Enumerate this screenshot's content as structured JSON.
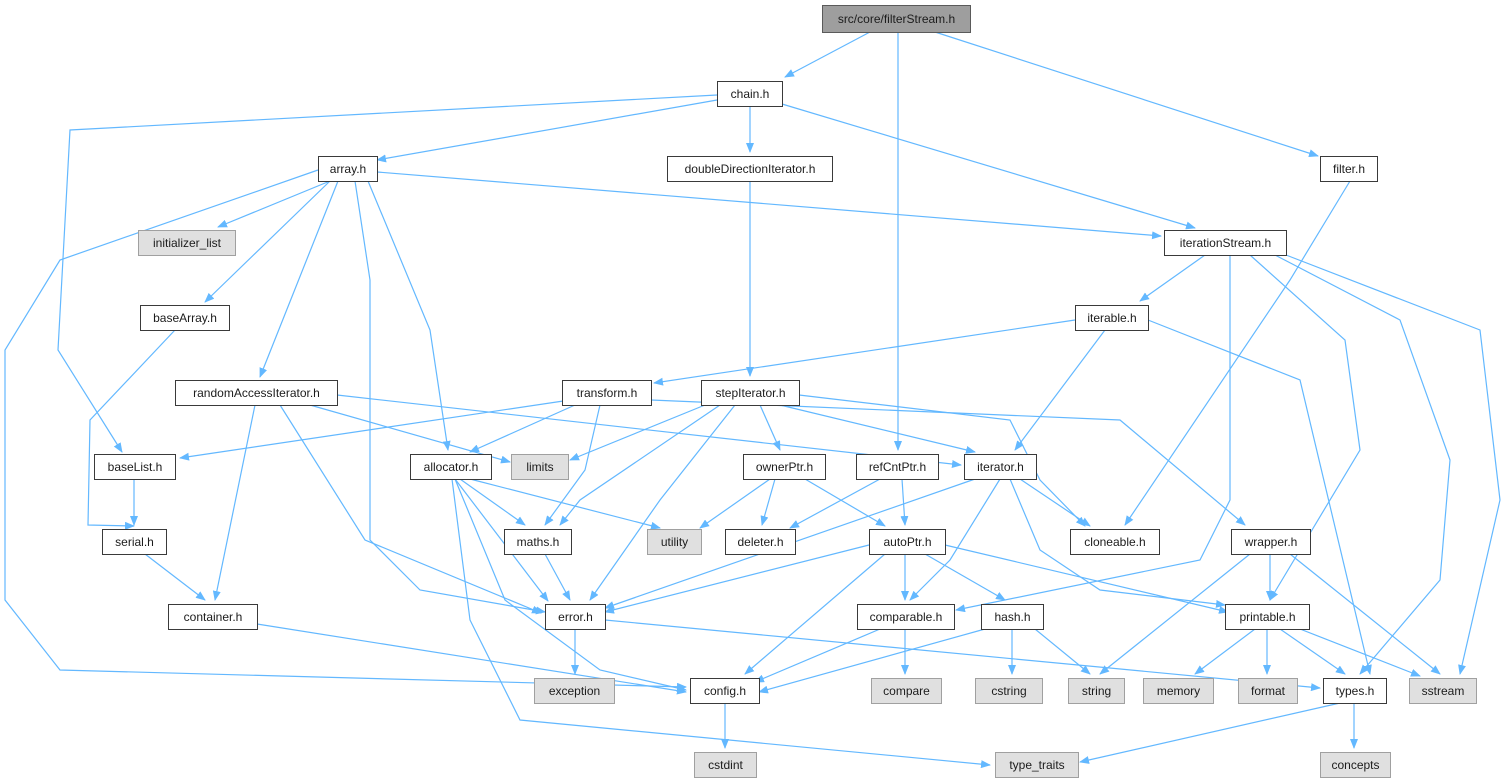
{
  "colors": {
    "node_fill": "#ffffff",
    "node_stroke": "#3a3a3a",
    "node_text": "#1c1c1c",
    "root_fill": "#9e9e9e",
    "root_stroke": "#5a5a5a",
    "system_fill": "#e0e0e0",
    "system_stroke": "#a0a0a0",
    "edge": "#63b8ff",
    "background": "#ffffff"
  },
  "nodes": {
    "root": "src/core/filterStream.h",
    "chain": "chain.h",
    "array": "array.h",
    "double_direction_iterator": "doubleDirectionIterator.h",
    "filter": "filter.h",
    "initializer_list": "initializer_list",
    "iteration_stream": "iterationStream.h",
    "base_array": "baseArray.h",
    "iterable": "iterable.h",
    "random_access_iterator": "randomAccessIterator.h",
    "transform": "transform.h",
    "step_iterator": "stepIterator.h",
    "base_list": "baseList.h",
    "limits": "limits",
    "allocator": "allocator.h",
    "owner_ptr": "ownerPtr.h",
    "ref_cnt_ptr": "refCntPtr.h",
    "iterator": "iterator.h",
    "serial": "serial.h",
    "maths": "maths.h",
    "utility": "utility",
    "deleter": "deleter.h",
    "auto_ptr": "autoPtr.h",
    "cloneable": "cloneable.h",
    "wrapper": "wrapper.h",
    "container": "container.h",
    "error": "error.h",
    "comparable": "comparable.h",
    "hash": "hash.h",
    "printable": "printable.h",
    "exception": "exception",
    "config": "config.h",
    "compare": "compare",
    "cstring": "cstring",
    "string": "string",
    "memory": "memory",
    "format": "format",
    "types": "types.h",
    "sstream": "sstream",
    "cstdint": "cstdint",
    "type_traits": "type_traits",
    "concepts": "concepts"
  }
}
